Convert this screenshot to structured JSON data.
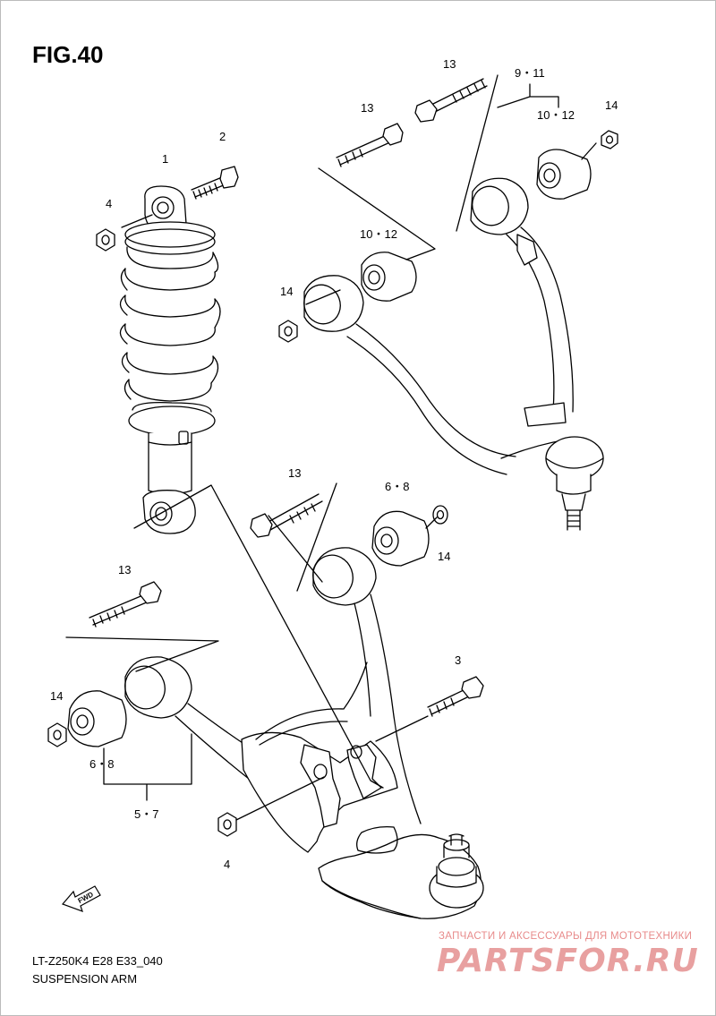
{
  "figure": {
    "title": "FIG.40"
  },
  "callouts": {
    "n1": "1",
    "n2": "2",
    "n3": "3",
    "n4_upper": "4",
    "n4_lower": "4",
    "n5_7": "5・7",
    "n6_8_upper": "6・8",
    "n6_8_lower": "6・8",
    "n9_11": "9・11",
    "n10_12_upper": "10・12",
    "n10_12_lower": "10・12",
    "n13_top": "13",
    "n13_left": "13",
    "n13_mid": "13",
    "n13_lower": "13",
    "n14_top": "14",
    "n14_upper_left": "14",
    "n14_mid_right": "14",
    "n14_lower_left": "14"
  },
  "fwd_label": "FWD",
  "footer": {
    "model_code": "LT-Z250K4 E28 E33_040",
    "section_name": "SUSPENSION ARM"
  },
  "watermark": {
    "subtitle": "ЗАПЧАСТИ И АКСЕССУАРЫ ДЛЯ МОТОТЕХНИКИ",
    "logo": "PARTSFOR.RU",
    "color": "#e88b8b"
  }
}
